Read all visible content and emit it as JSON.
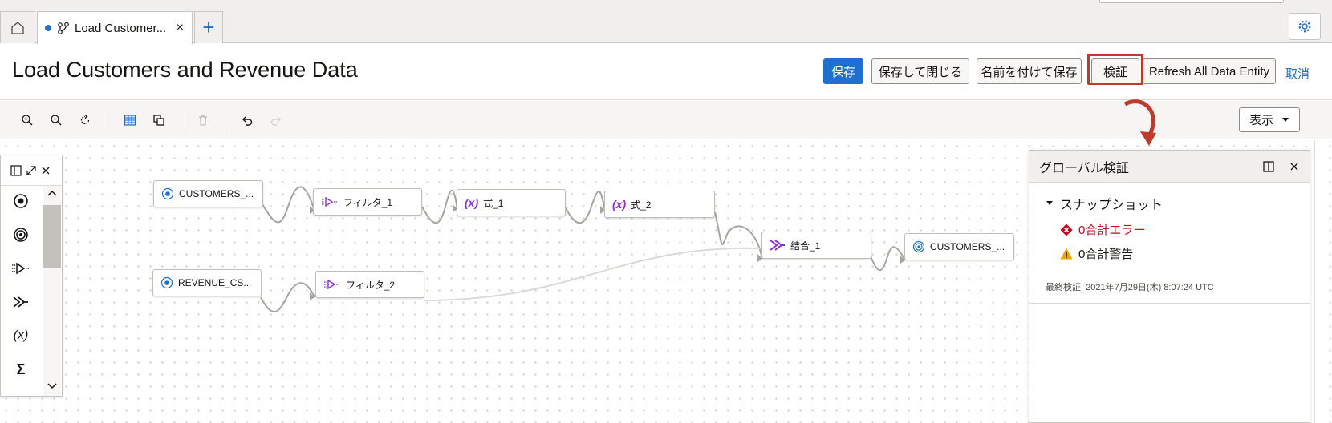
{
  "tabs": {
    "active_title": "Load Customer...",
    "close_glyph": "×",
    "add_glyph": "+"
  },
  "header": {
    "title": "Load Customers and Revenue Data",
    "buttons": {
      "save": "保存",
      "save_close": "保存して閉じる",
      "save_as": "名前を付けて保存",
      "validate": "検証",
      "refresh": "Refresh All Data Entity"
    },
    "cancel": "取消"
  },
  "toolbar": {
    "view_label": "表示"
  },
  "palette": {
    "items": [
      "source-operator",
      "target-operator",
      "filter-operator",
      "join-operator",
      "expression-operator",
      "aggregate-operator"
    ],
    "expr_glyph": "(x)",
    "sum_glyph": "Σ"
  },
  "flow": {
    "nodes": {
      "customers_src": "CUSTOMERS_...",
      "filter_1": "フィルタ_1",
      "expr_1": "式_1",
      "expr_2": "式_2",
      "join_1": "結合_1",
      "customers_tgt": "CUSTOMERS_...",
      "revenue_src": "REVENUE_CS...",
      "filter_2": "フィルタ_2"
    },
    "expr_glyph": "(x)"
  },
  "validation": {
    "title": "グローバル検証",
    "snapshot": "スナップショット",
    "errors": "0合計エラー",
    "warnings": "0合計警告",
    "last_validated": "最終検証: 2021年7月29日(木) 8:07:24 UTC"
  },
  "colors": {
    "primary": "#1e6fd0",
    "error": "#d0021b",
    "warning": "#f0a500",
    "operator_purple": "#8a2be2",
    "highlight": "#c0392b"
  }
}
